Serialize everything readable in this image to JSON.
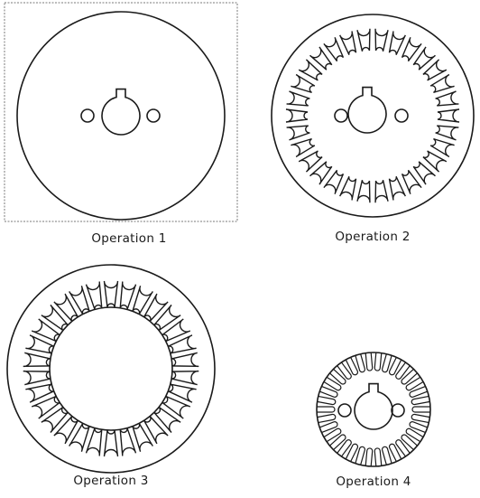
{
  "figure": {
    "stroke_color": "#1a1a1a",
    "operations": [
      {
        "id": "op1",
        "caption": "Operation 1",
        "steps": [
          "blank",
          "bore",
          "keyway",
          "rivet-holes"
        ],
        "slot_count": 0
      },
      {
        "id": "op2",
        "caption": "Operation 2",
        "steps": [
          "blank",
          "bore",
          "keyway",
          "rivet-holes",
          "slots"
        ],
        "slot_count": 30
      },
      {
        "id": "op3",
        "caption": "Operation 3",
        "steps": [
          "stator-ring",
          "slots"
        ],
        "slot_count": 30
      },
      {
        "id": "op4",
        "caption": "Operation 4",
        "steps": [
          "rotor-blank",
          "bore",
          "keyway",
          "rivet-holes",
          "rim-slots"
        ],
        "slot_count": 34
      }
    ]
  }
}
